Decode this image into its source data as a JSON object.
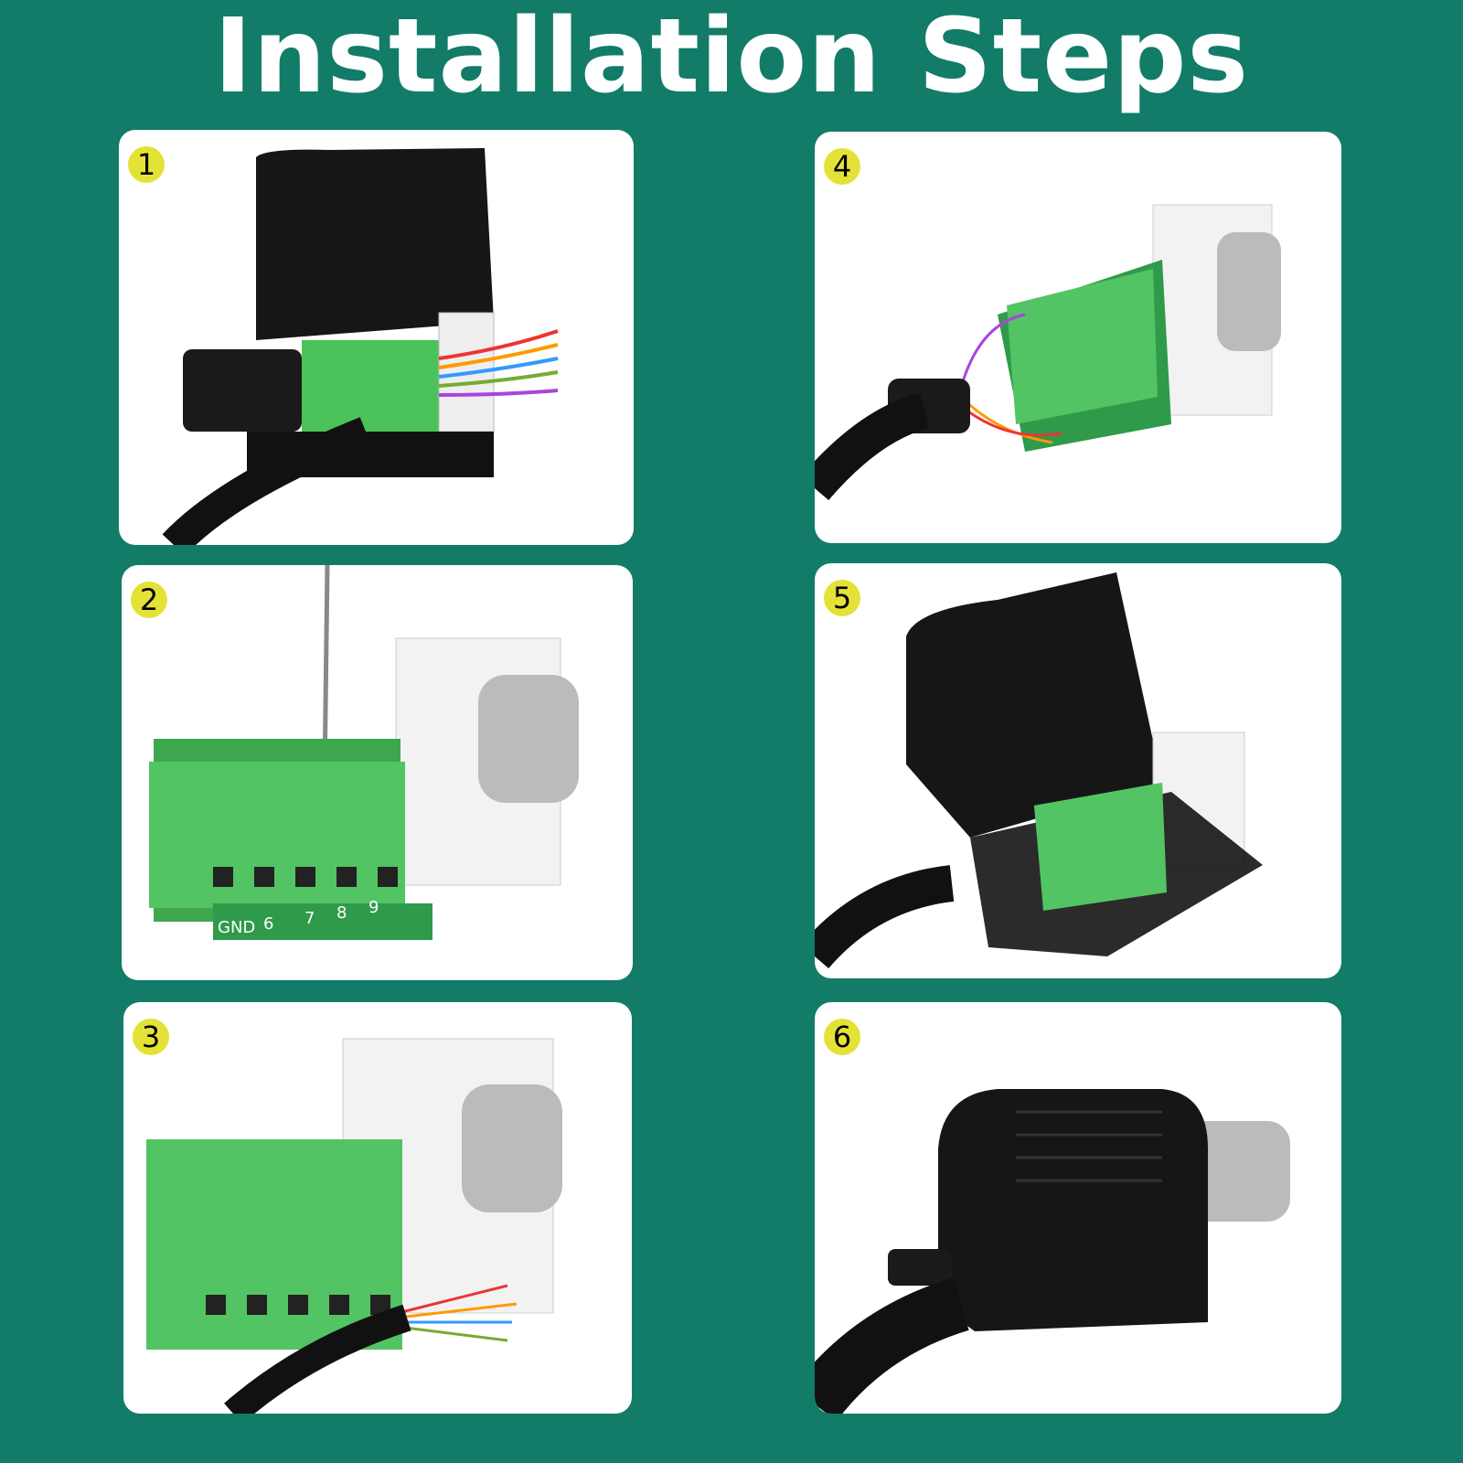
{
  "title": "Installation Steps",
  "colors": {
    "background": "#127c68",
    "badge": "#e4e236",
    "terminal_green": "#4cc25a",
    "hood": "#141414"
  },
  "steps": [
    {
      "number": "1",
      "scene": "open-hood-with-wires"
    },
    {
      "number": "2",
      "scene": "screwdriver-terminal"
    },
    {
      "number": "3",
      "scene": "insert-wires"
    },
    {
      "number": "4",
      "scene": "wired-board"
    },
    {
      "number": "5",
      "scene": "board-in-hood"
    },
    {
      "number": "6",
      "scene": "closed-hood"
    }
  ],
  "pcb_labels": [
    "GND",
    "6",
    "7",
    "8",
    "9"
  ]
}
